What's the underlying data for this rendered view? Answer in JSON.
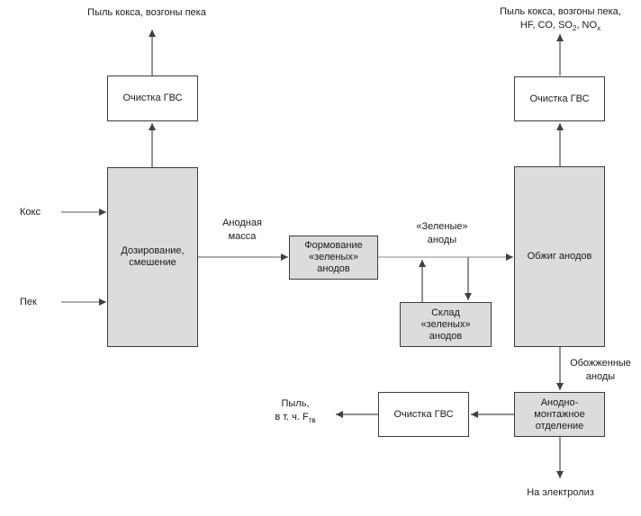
{
  "diagram": {
    "boxes": {
      "gvs_left": {
        "label": "Очистка ГВС"
      },
      "dosing": {
        "label": "Дозирование, смешение"
      },
      "forming": {
        "label": "Формование «зеленых» анодов"
      },
      "storage": {
        "label": "Склад «зеленых» анодов"
      },
      "baking": {
        "label": "Обжиг анодов"
      },
      "gvs_right": {
        "label": "Очистка ГВС"
      },
      "assembly": {
        "label": "Анодно-монтажное отделение"
      },
      "gvs_bottom": {
        "label": "Очистка ГВС"
      }
    },
    "labels": {
      "top_left": "Пыль кокса, возгоны пека",
      "top_right_line1": "Пыль кокса, возгоны пека,",
      "top_right_line2": {
        "a": "HF, CO, SO",
        "sub1": "2",
        "b": ", NO",
        "sub2": "x"
      },
      "koks": "Кокс",
      "pek": "Пек",
      "anode_mass": "Анодная масса",
      "green_anodes": "«Зеленые» аноды",
      "baked_anodes": "Обожженные аноды",
      "dust_line1": "Пыль,",
      "dust_line2": {
        "a": "в т. ч. F",
        "sub": "тв"
      },
      "to_electrolysis": "На электролиз"
    },
    "colors": {
      "box_fill": "#dcdcdc",
      "box_border": "#3c3c3c",
      "arrow_dark": "#4a4a4a",
      "arrow_medium": "#7a7a7a",
      "arrow_light": "#b0b0b0",
      "text": "#1a1a1a"
    }
  }
}
